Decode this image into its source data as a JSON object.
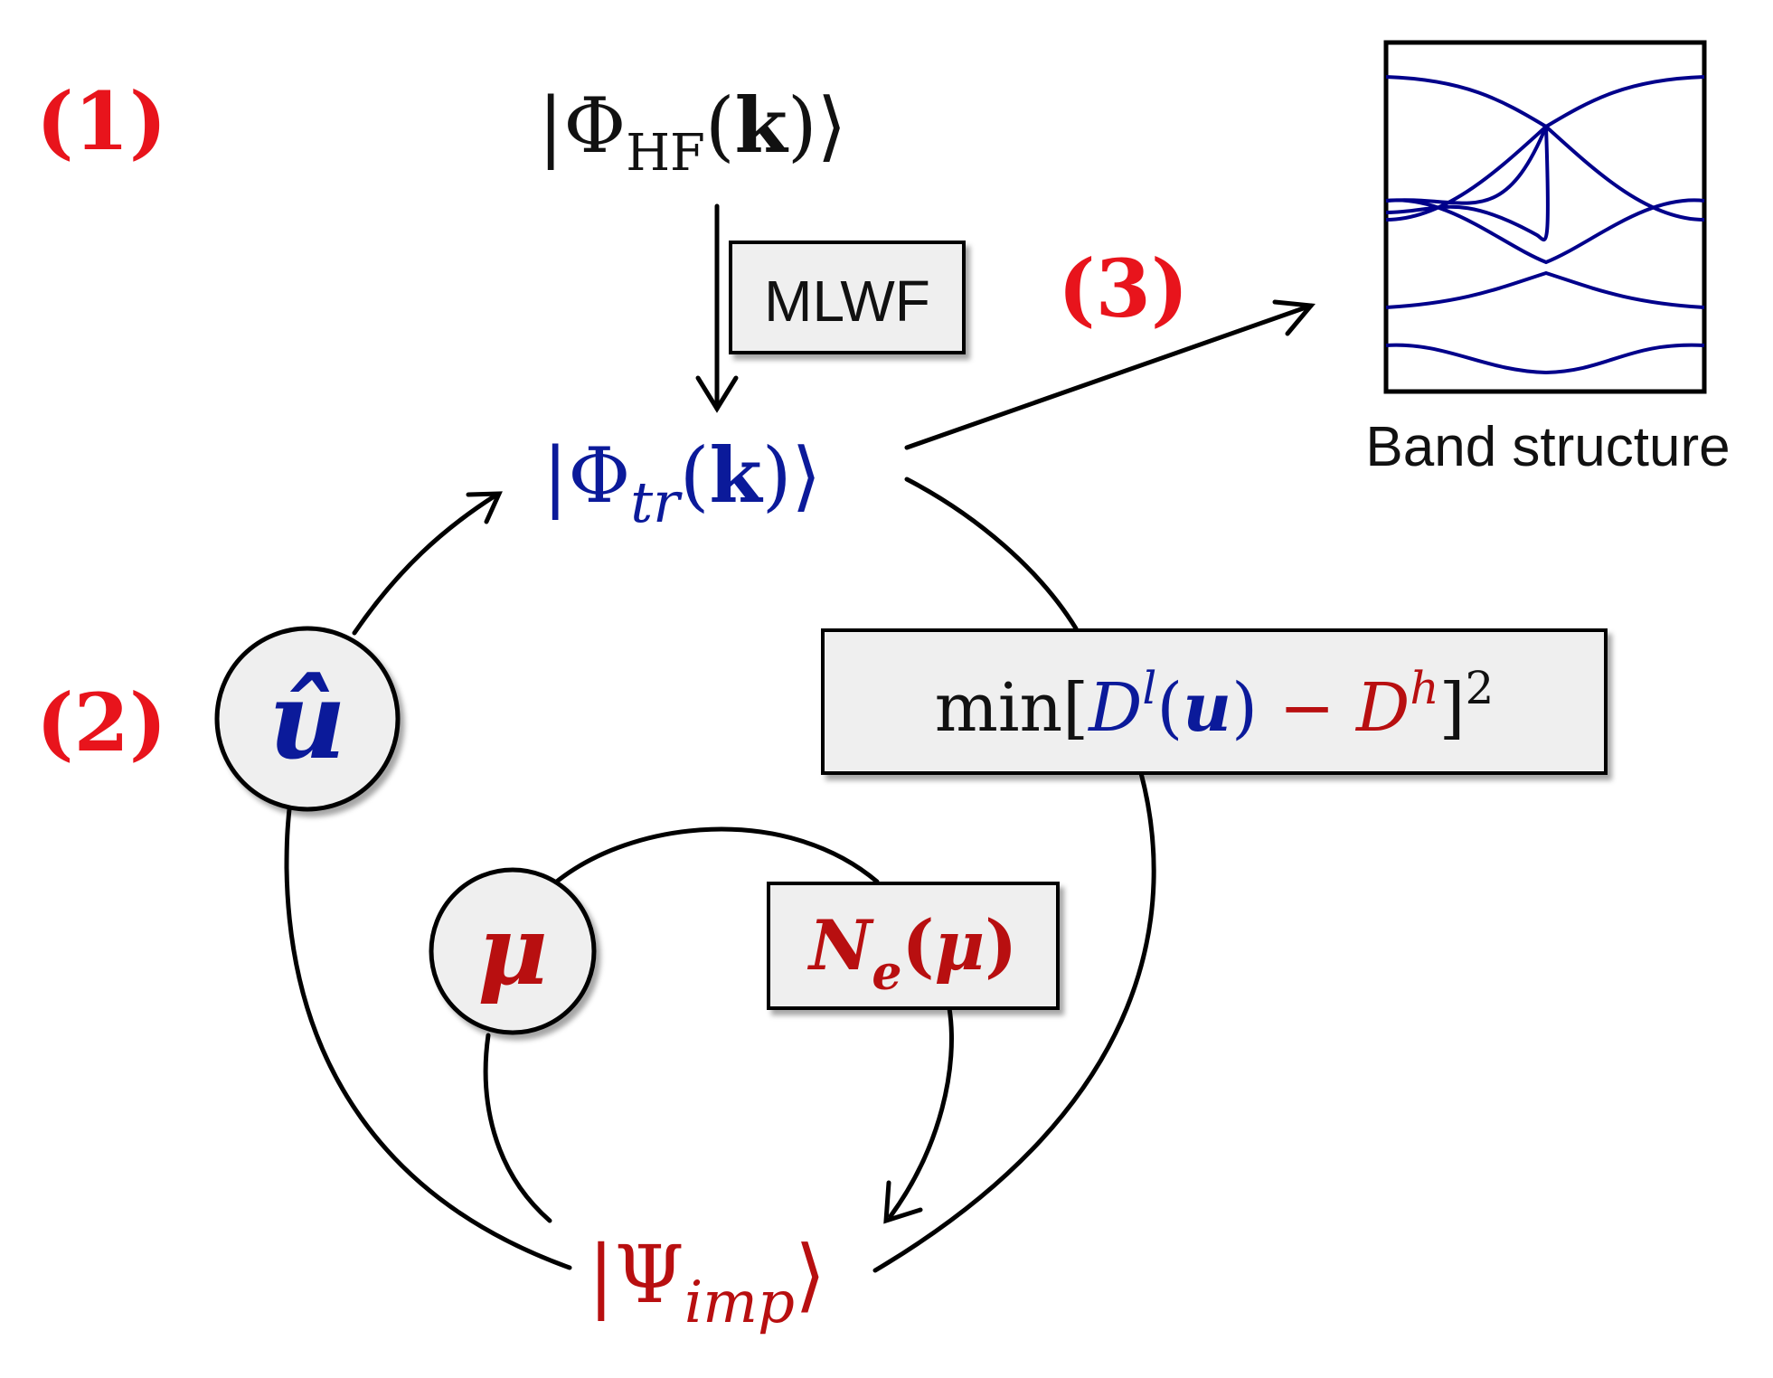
{
  "step_labels": [
    "(1)",
    "(2)",
    "(3)"
  ],
  "states": {
    "hf": {
      "bra": "|",
      "symbol": "Φ",
      "sub": "HF",
      "arg_open": "(",
      "k": "k",
      "arg_close": ")",
      "ket": "⟩"
    },
    "tr": {
      "bra": "|",
      "symbol": "Φ",
      "sub": "tr",
      "arg_open": "(",
      "k": "k",
      "arg_close": ")",
      "ket": "⟩"
    },
    "imp": {
      "bra": "|",
      "symbol": "Ψ",
      "sub": "imp",
      "ket": "⟩"
    }
  },
  "boxes": {
    "mlwf": "MLWF",
    "cost": {
      "min": "min[",
      "D": "D",
      "l_sup": "l",
      "u_open": "(",
      "u": "u",
      "u_close": ")",
      "minus": " − ",
      "D2": "D",
      "h_sup": "h",
      "close": "]",
      "sq": "2"
    },
    "ne": {
      "N": "N",
      "e_sub": "e",
      "open": "(",
      "mu": "μ",
      "close": ")"
    }
  },
  "nodes": {
    "u_hat": "û",
    "mu": "μ"
  },
  "band_caption": "Band structure",
  "colors": {
    "red_label": "#e8141c",
    "blue": "#0b1a9a",
    "dark_red": "#b80f10",
    "box_fill": "#efefef",
    "line": "#000000",
    "band": "#00008b"
  }
}
